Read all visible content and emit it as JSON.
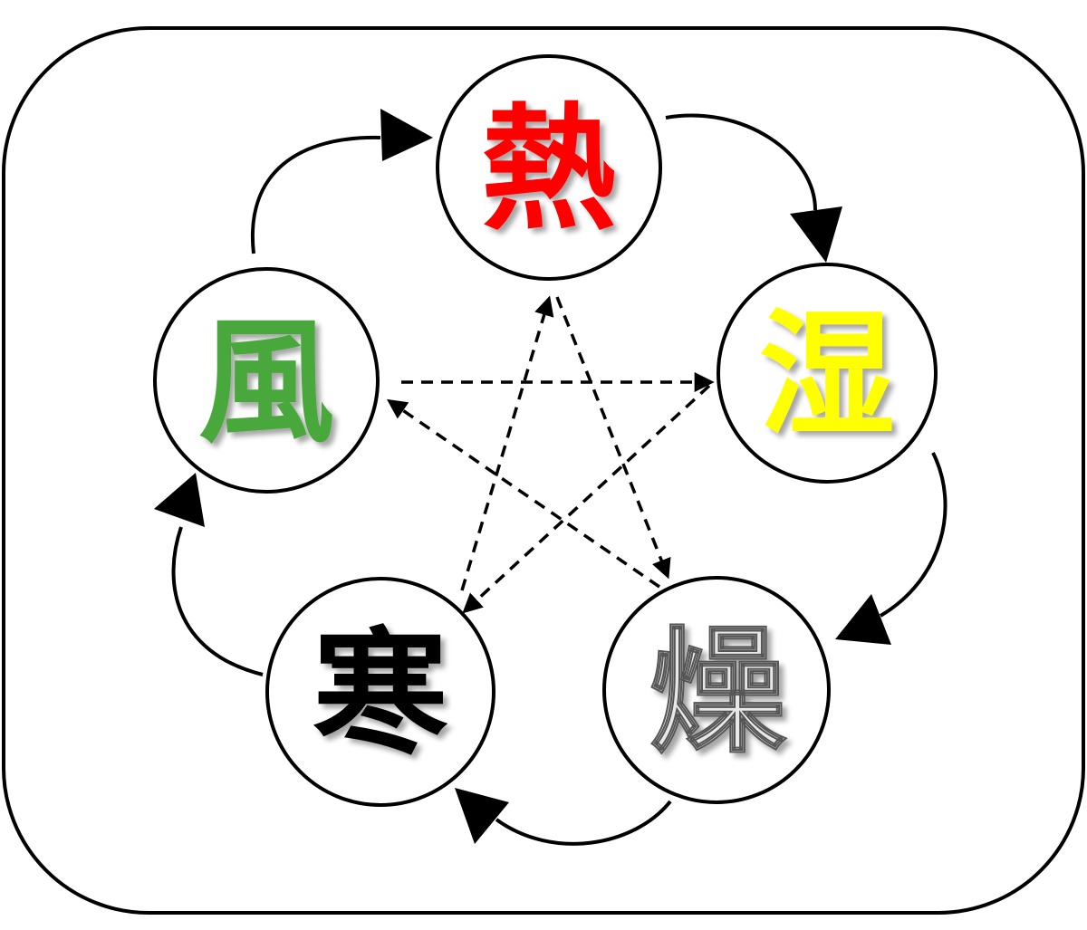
{
  "colors": {
    "heat": "#ff0000",
    "damp": "#ffff00",
    "dry": "#e8e8e8",
    "cold": "#000000",
    "wind": "#4aa83a"
  },
  "nodes": [
    {
      "id": "heat",
      "char": "熱",
      "color": "#ff0000",
      "outline": false
    },
    {
      "id": "damp",
      "char": "湿",
      "color": "#ffff00",
      "outline": false
    },
    {
      "id": "dry",
      "char": "燥",
      "color": "#e8e8e8",
      "outline": true
    },
    {
      "id": "cold",
      "char": "寒",
      "color": "#000000",
      "outline": false
    },
    {
      "id": "wind",
      "char": "風",
      "color": "#4aa83a",
      "outline": false
    }
  ]
}
